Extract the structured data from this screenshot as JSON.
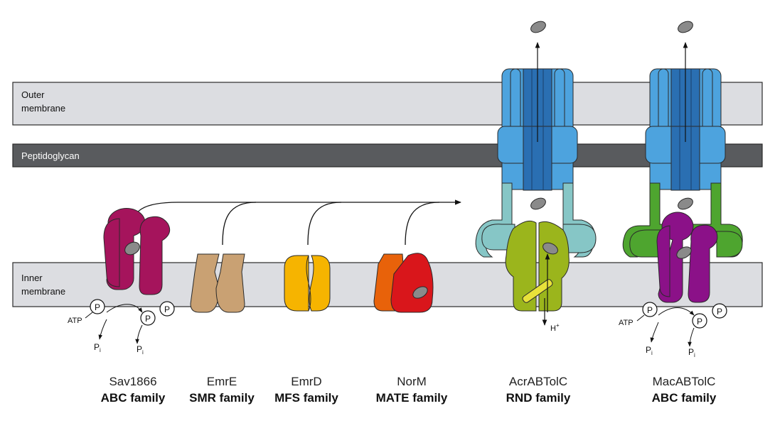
{
  "membranes": {
    "outer": "Outer\nmembrane",
    "peptidoglycan": "Peptidoglycan",
    "inner": "Inner\nmembrane"
  },
  "transporters": [
    {
      "name": "Sav1866",
      "family": "ABC family"
    },
    {
      "name": "EmrE",
      "family": "SMR family"
    },
    {
      "name": "EmrD",
      "family": "MFS family"
    },
    {
      "name": "NorM",
      "family": "MATE family"
    },
    {
      "name": "AcrABTolC",
      "family": "RND family"
    },
    {
      "name": "MacABTolC",
      "family": "ABC family"
    }
  ],
  "annotations": {
    "atp": "ATP",
    "phosphate": "P",
    "pi_base": "P",
    "pi_sub": "i",
    "proton_base": "H",
    "proton_sup": "+"
  },
  "colors": {
    "membrane": "#dcdde1",
    "peptidoglycan": "#595b5e",
    "sav1866": "#a5145c",
    "emre": "#c9a173",
    "emrd": "#f6b400",
    "norm_orange": "#e8620a",
    "norm_red": "#d9161b",
    "tolc_light": "#4da3de",
    "tolc_dark": "#2a6fb2",
    "acra": "#86c6c6",
    "acrb": "#9bb51c",
    "maca": "#4ea52f",
    "macb": "#8b1188",
    "substrate": "#8a8a8a"
  }
}
